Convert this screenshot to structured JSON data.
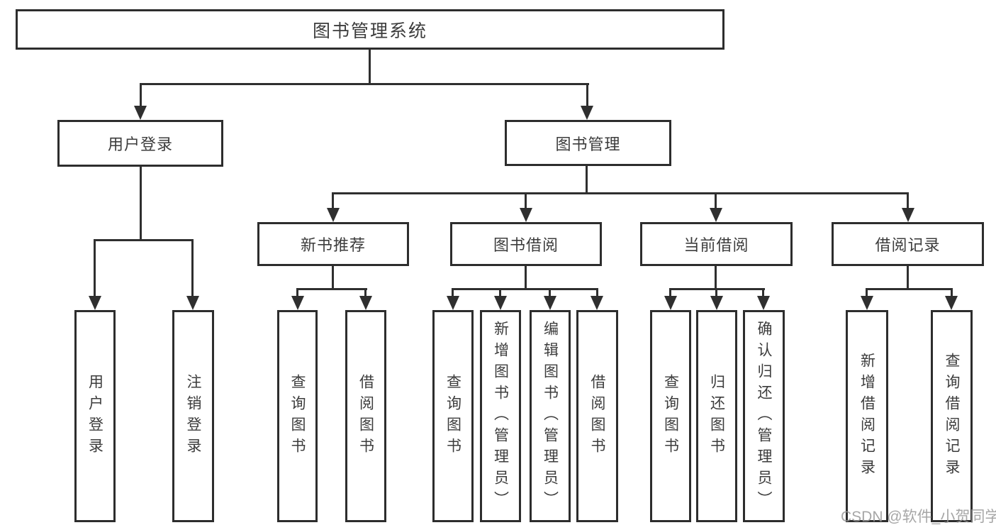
{
  "diagram": {
    "root": {
      "label": "图书管理系统"
    },
    "level2": [
      {
        "label": "用户登录"
      },
      {
        "label": "图书管理"
      }
    ],
    "level3": [
      {
        "label": "新书推荐"
      },
      {
        "label": "图书借阅"
      },
      {
        "label": "当前借阅"
      },
      {
        "label": "借阅记录"
      }
    ],
    "leaves": {
      "user_login": [
        "用户登录",
        "注销登录"
      ],
      "new_book_recommend": [
        "查询图书",
        "借阅图书"
      ],
      "book_borrowing": [
        "查询图书",
        "新增图书（管理员）",
        "编辑图书（管理员）",
        "借阅图书"
      ],
      "current_borrowing": [
        "查询图书",
        "归还图书",
        "确认归还（管理员）"
      ],
      "borrowing_records": [
        "新增借阅记录",
        "查询借阅记录"
      ]
    }
  },
  "watermark": {
    "text": "CSDN @软件_小贺同学"
  },
  "colors": {
    "line": "#2f2f2f",
    "box_border": "#2d2d2d",
    "text": "#3c3c3c",
    "background": "#ffffff",
    "watermark": "#969696"
  }
}
